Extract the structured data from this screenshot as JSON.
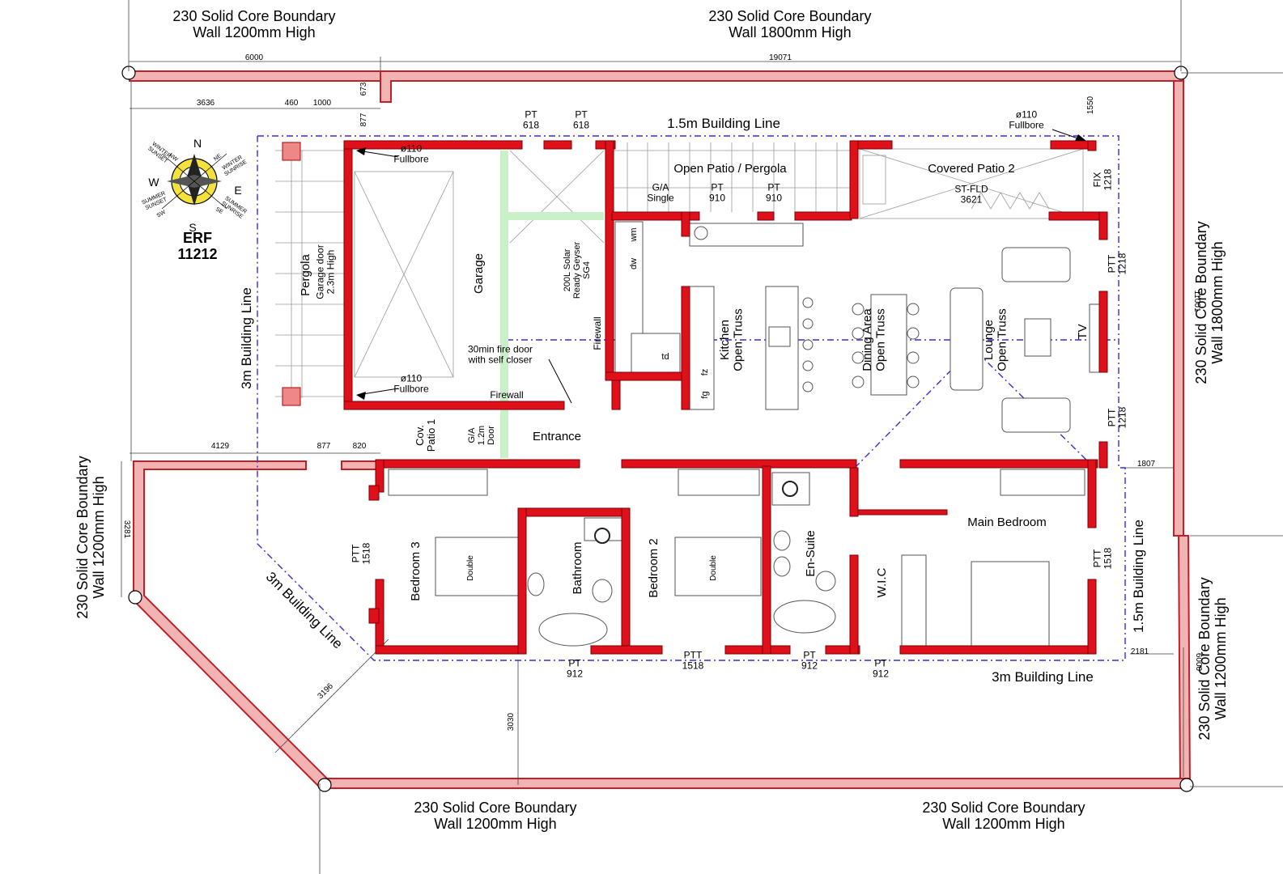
{
  "boundary": {
    "top_left": "230 Solid Core Boundary\nWall 1200mm High",
    "top_right": "230 Solid Core Boundary\nWall 1800mm High",
    "left": "230 Solid Core Boundary\nWall 1200mm High",
    "right_upper": "230 Solid Core Boundary\nWall 1800mm High",
    "right_lower": "230 Solid Core Boundary\nWall 1200mm High",
    "bottom_left": "230 Solid Core Boundary\nWall 1200mm High",
    "bottom_right": "230 Solid Core Boundary\nWall 1200mm High"
  },
  "erf": "ERF\n11212",
  "compass": {
    "n": "N",
    "e": "E",
    "s": "S",
    "w": "W",
    "nw": "NW",
    "ne": "NE",
    "sw": "SW",
    "se": "SE",
    "winter_sunset": "WINTER\nSUNSET",
    "winter_sunrise": "WINTER\nSUNRISE",
    "summer_sunset": "SUMMER\nSUNSET",
    "summer_sunrise": "SUMMER\nSUNRISE"
  },
  "building_lines": {
    "top": "1.5m Building Line",
    "left": "3m Building Line",
    "diagonal": "3m Building Line",
    "right": "1.5m Building Line",
    "bottom": "3m Building Line"
  },
  "rooms": {
    "pergola": "Pergola",
    "garage_door": "Garage door\n2.3m High",
    "garage": "Garage",
    "geyser": "200L Solar\nReady Geyser\nSG4",
    "firewall_v": "Firewall",
    "firewall_h": "Firewall",
    "fire_door": "30min fire door\nwith self closer",
    "open_patio": "Open Patio / Pergola",
    "covered_patio": "Covered Patio 2",
    "kitchen": "Kitchen\nOpen Truss",
    "dining": "Dining Area\nOpen Truss",
    "lounge": "Lounge\nOpen Truss",
    "tv": "TV",
    "entrance": "Entrance",
    "cov_patio_1": "Cov.\nPatio 1",
    "ga_door": "G/A\n1.2m\nDoor",
    "bedroom3": "Bedroom 3",
    "bathroom": "Bathroom",
    "bedroom2": "Bedroom 2",
    "ensuite": "En-Suite",
    "wic": "W.I.C",
    "main_bedroom": "Main Bedroom",
    "double": "Double"
  },
  "fixtures": {
    "fullbore": "ø110\nFullbore",
    "pt618": "PT\n618",
    "ga_single": "G/A\nSingle",
    "pt910": "PT\n910",
    "st_fld": "ST-FLD\n3621",
    "fix1218": "FIX\n1218",
    "ptt1218": "PTT\n1218",
    "ptt1518": "PTT\n1518",
    "pt912": "PT\n912",
    "wm": "wm",
    "dw": "dw",
    "td": "td",
    "fz": "fz",
    "fg": "fg"
  },
  "dimensions": {
    "d6000": "6000",
    "d19071": "19071",
    "d673": "673",
    "d3636": "3636",
    "d460": "460",
    "d1000": "1000",
    "d877": "877",
    "d1550": "1550",
    "d11001": "11001",
    "d4129": "4129",
    "d820": "820",
    "d3281": "3281",
    "d1807": "1807",
    "d2181": "2181",
    "d6000b": "6000",
    "d3196": "3196",
    "d3030": "3030"
  }
}
